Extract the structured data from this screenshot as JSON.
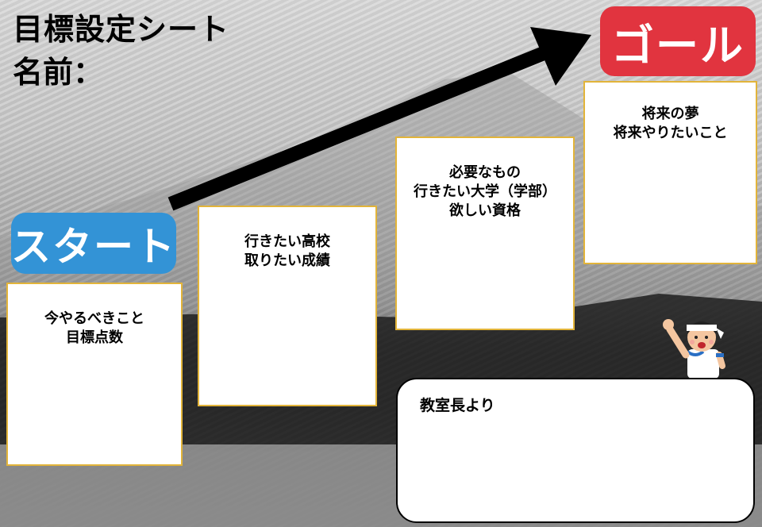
{
  "header": {
    "title": "目標設定シート",
    "name_label": "名前："
  },
  "badges": {
    "start": "スタート",
    "goal": "ゴール"
  },
  "steps": [
    {
      "label": "今やるべきこと\n目標点数"
    },
    {
      "label": "行きたい高校\n取りたい成績"
    },
    {
      "label": "必要なもの\n行きたい大学（学部）\n欲しい資格"
    },
    {
      "label": "将来の夢\n将来やりたいこと"
    }
  ],
  "comment": {
    "label": "教室長より"
  },
  "colors": {
    "start_badge": "#3393d6",
    "goal_badge": "#e1343f",
    "box_border": "#e2b43a",
    "arrow": "#000000"
  },
  "icons": {
    "arrow": "progress-arrow-icon",
    "character": "cheering-student-icon"
  }
}
